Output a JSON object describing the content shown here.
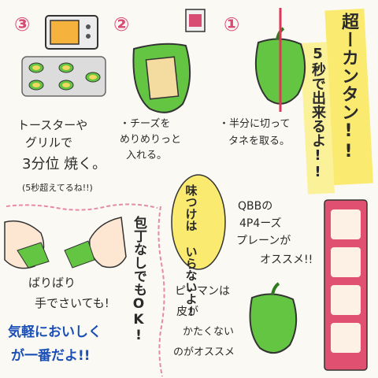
{
  "steps": [
    {
      "number": "③",
      "lines": [
        "トースターや",
        "グリルで",
        "3分位 焼く。",
        "(5秒超えてるね!!)"
      ]
    },
    {
      "number": "②",
      "lines": [
        "・チーズを",
        "めりめりっと",
        "入れる。"
      ]
    },
    {
      "number": "①",
      "lines": [
        "・半分に切って",
        "タネを取る。"
      ]
    }
  ],
  "title": "超ーカンタン!!",
  "subtitle": "5秒で出来るよ!!",
  "seasoning": "味つけは いらないよ!",
  "cheese": [
    "QBBの",
    "4P4ーズ",
    "プレーンが",
    "オススメ!!"
  ],
  "knife": "包丁なしでもOK!",
  "tear": [
    "ばりばり",
    "手でさいても!"
  ],
  "delicious": [
    "気軽においしく",
    "が一番だよ!!"
  ],
  "pepper_tip": [
    "ピーマンは",
    "皮が",
    "かたくない",
    "のがオススメ"
  ],
  "colors": {
    "pepper": "#63c542",
    "pink": "#d84c74",
    "yellow": "#fbea70",
    "blue": "#1a4fb8"
  }
}
